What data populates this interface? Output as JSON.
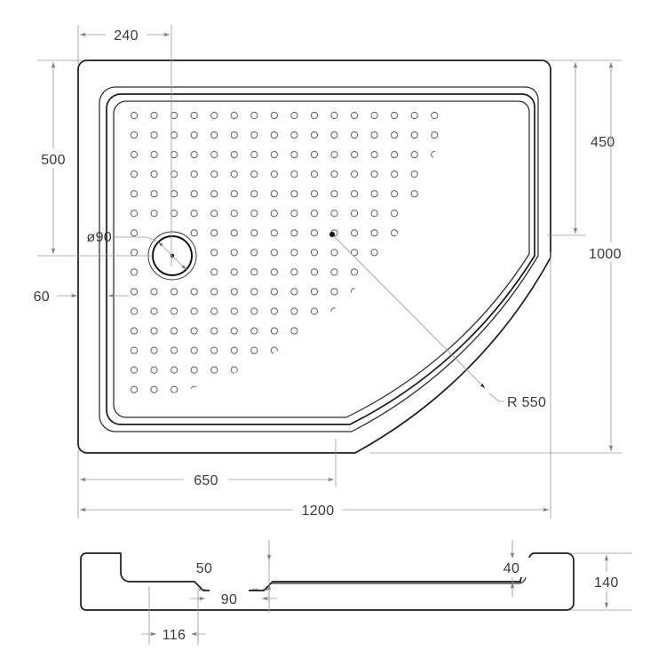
{
  "drawing": {
    "title": "Quarter-round shower tray technical drawing",
    "units": "mm",
    "line_color": "#1b1b1b",
    "dimension_color": "#9a9a9a",
    "text_color": "#3a3a3a",
    "background": "#ffffff"
  },
  "plan_view": {
    "name": "plan-view",
    "dimensions": {
      "top_offset": "240",
      "left_vertical": "500",
      "left_wall": "60",
      "drain_diameter": "ø90",
      "right_upper": "450",
      "right_total": "1000",
      "bottom_partial": "650",
      "bottom_total": "1200",
      "corner_radius": "R 550"
    }
  },
  "profile_view": {
    "name": "profile-view",
    "dimensions": {
      "notch_depth": "50",
      "notch_width": "90",
      "notch_offset": "116",
      "lip_height": "40",
      "total_height": "140"
    }
  },
  "dimension_labels": [
    {
      "id": "dim-240",
      "value": "240",
      "view": "plan"
    },
    {
      "id": "dim-500",
      "value": "500",
      "view": "plan"
    },
    {
      "id": "dim-60",
      "value": "60",
      "view": "plan"
    },
    {
      "id": "dim-d90",
      "value": "ø90",
      "view": "plan"
    },
    {
      "id": "dim-450",
      "value": "450",
      "view": "plan"
    },
    {
      "id": "dim-1000",
      "value": "1000",
      "view": "plan"
    },
    {
      "id": "dim-650",
      "value": "650",
      "view": "plan"
    },
    {
      "id": "dim-1200",
      "value": "1200",
      "view": "plan"
    },
    {
      "id": "dim-r550",
      "value": "R 550",
      "view": "plan"
    },
    {
      "id": "dim-50",
      "value": "50",
      "view": "profile"
    },
    {
      "id": "dim-90",
      "value": "90",
      "view": "profile"
    },
    {
      "id": "dim-116",
      "value": "116",
      "view": "profile"
    },
    {
      "id": "dim-40",
      "value": "40",
      "view": "profile"
    },
    {
      "id": "dim-140",
      "value": "140",
      "view": "profile"
    }
  ]
}
